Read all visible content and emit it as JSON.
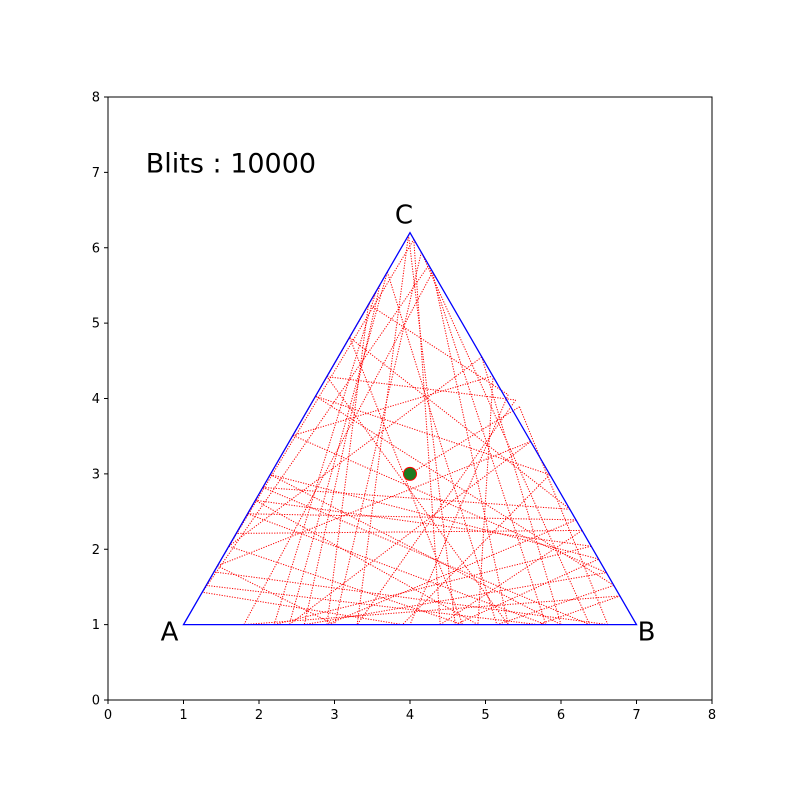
{
  "chart_data": {
    "type": "line",
    "title": "",
    "xlabel": "",
    "ylabel": "",
    "xlim": [
      0,
      8
    ],
    "ylim": [
      0,
      8
    ],
    "xticks": [
      "0",
      "1",
      "2",
      "3",
      "4",
      "5",
      "6",
      "7",
      "8"
    ],
    "yticks": [
      "0",
      "1",
      "2",
      "3",
      "4",
      "5",
      "6",
      "7",
      "8"
    ],
    "grid": false,
    "legend": "none",
    "annotation": "Blits : 10000",
    "triangle": {
      "color": "#0000ff",
      "vertices": [
        {
          "name": "A",
          "x": 1,
          "y": 1
        },
        {
          "name": "B",
          "x": 7,
          "y": 1
        },
        {
          "name": "C",
          "x": 4,
          "y": 6.2
        }
      ]
    },
    "start_point": {
      "x": 4,
      "y": 3,
      "color": "#1f7a1f",
      "edge_color": "#ff0000"
    },
    "trajectory": {
      "color": "#ff0000",
      "style": "dotted",
      "points": [
        [
          4,
          3
        ],
        [
          5.45,
          3.89
        ],
        [
          6.62,
          1
        ],
        [
          1.4,
          1.7
        ],
        [
          4.05,
          6.11
        ],
        [
          4.4,
          1
        ],
        [
          6.28,
          2.25
        ],
        [
          1.7,
          2.21
        ],
        [
          3.6,
          5.5
        ],
        [
          2.6,
          1
        ],
        [
          6.6,
          1.69
        ],
        [
          2.45,
          3.51
        ],
        [
          5.1,
          4.3
        ],
        [
          4.9,
          1
        ],
        [
          1.95,
          2.65
        ],
        [
          6.4,
          2.04
        ],
        [
          2.2,
          1
        ],
        [
          3.55,
          5.42
        ],
        [
          1.3,
          1.52
        ],
        [
          5.7,
          1
        ],
        [
          6.78,
          1.38
        ],
        [
          1.8,
          1
        ],
        [
          4.3,
          5.68
        ],
        [
          5.3,
          1
        ],
        [
          2.9,
          4.29
        ],
        [
          5.4,
          3.98
        ],
        [
          3.3,
          1
        ],
        [
          3.98,
          6.17
        ],
        [
          4.6,
          1
        ],
        [
          6.5,
          1.87
        ],
        [
          2.15,
          2.99
        ],
        [
          6.0,
          1
        ],
        [
          4.95,
          4.55
        ],
        [
          1.6,
          2.04
        ],
        [
          4.7,
          1
        ],
        [
          3.2,
          4.81
        ],
        [
          6.12,
          2.53
        ],
        [
          2.05,
          2.82
        ],
        [
          6.38,
          1
        ],
        [
          4.15,
          5.94
        ],
        [
          3.0,
          1
        ],
        [
          1.45,
          1.78
        ],
        [
          5.6,
          3.43
        ],
        [
          2.4,
          1
        ],
        [
          3.7,
          5.68
        ],
        [
          5.15,
          1
        ],
        [
          6.7,
          1.52
        ],
        [
          2.75,
          4.03
        ],
        [
          5.85,
          2.99
        ],
        [
          3.9,
          1
        ],
        [
          1.25,
          1.43
        ],
        [
          4.25,
          5.77
        ],
        [
          5.8,
          1
        ],
        [
          1.85,
          2.47
        ],
        [
          6.2,
          2.39
        ],
        [
          2.9,
          1
        ],
        [
          3.45,
          5.25
        ],
        [
          5.3,
          4.05
        ],
        [
          4.0,
          1
        ]
      ]
    }
  }
}
